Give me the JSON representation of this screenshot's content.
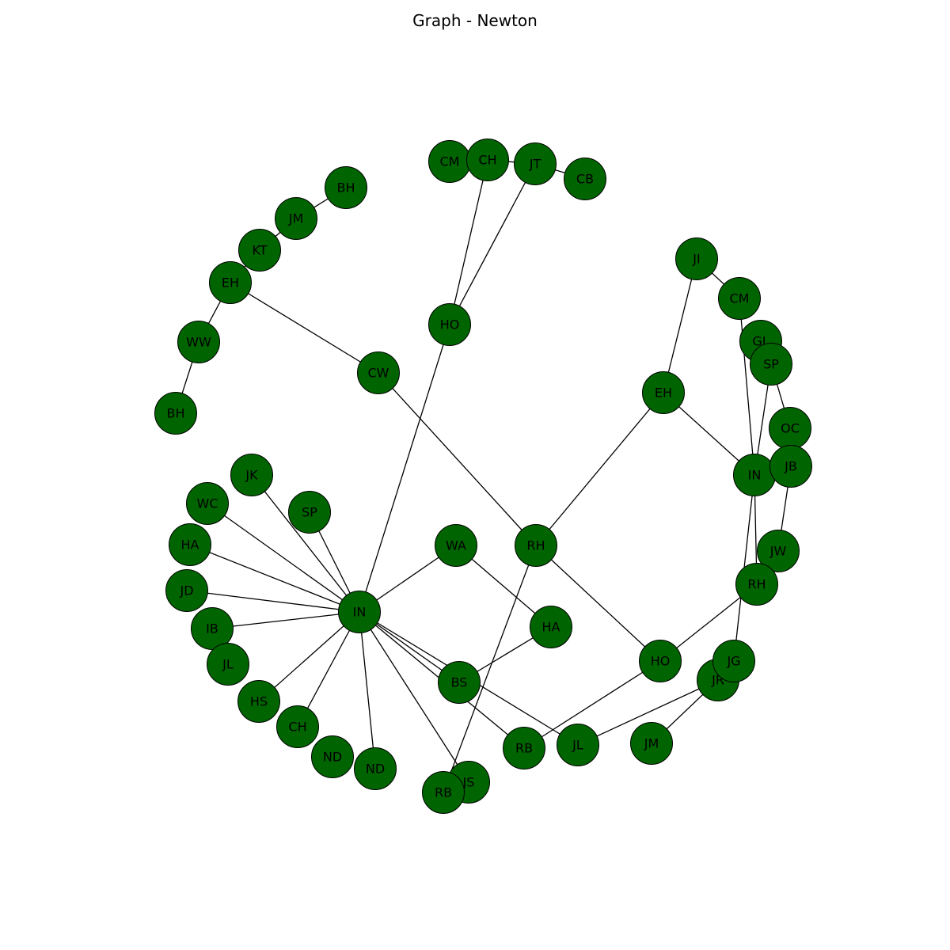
{
  "title": "Graph - Newton",
  "colors": {
    "node_fill": "#006400",
    "node_stroke": "#000000",
    "edge": "#000000",
    "label": "#000000"
  },
  "nodes": [
    {
      "id": "BH_a",
      "label": "BH"
    },
    {
      "id": "JM_a",
      "label": "JM"
    },
    {
      "id": "KT",
      "label": "KT"
    },
    {
      "id": "EH_a",
      "label": "EH"
    },
    {
      "id": "WW",
      "label": "WW"
    },
    {
      "id": "BH_b",
      "label": "BH"
    },
    {
      "id": "CM_a",
      "label": "CM"
    },
    {
      "id": "CH_a",
      "label": "CH"
    },
    {
      "id": "JT",
      "label": "JT"
    },
    {
      "id": "CB",
      "label": "CB"
    },
    {
      "id": "HO_a",
      "label": "HO"
    },
    {
      "id": "CW",
      "label": "CW"
    },
    {
      "id": "JI",
      "label": "JI"
    },
    {
      "id": "CM_b",
      "label": "CM"
    },
    {
      "id": "GL",
      "label": "GL"
    },
    {
      "id": "SP_a",
      "label": "SP"
    },
    {
      "id": "EH_b",
      "label": "EH"
    },
    {
      "id": "OC",
      "label": "OC"
    },
    {
      "id": "IN_b",
      "label": "IN"
    },
    {
      "id": "JB",
      "label": "JB"
    },
    {
      "id": "JW",
      "label": "JW"
    },
    {
      "id": "RH_b",
      "label": "RH"
    },
    {
      "id": "JK",
      "label": "JK"
    },
    {
      "id": "WC",
      "label": "WC"
    },
    {
      "id": "SP_b",
      "label": "SP"
    },
    {
      "id": "HA_a",
      "label": "HA"
    },
    {
      "id": "JD",
      "label": "JD"
    },
    {
      "id": "IB",
      "label": "IB"
    },
    {
      "id": "JL_a",
      "label": "JL"
    },
    {
      "id": "HS",
      "label": "HS"
    },
    {
      "id": "CH_b",
      "label": "CH"
    },
    {
      "id": "ND_a",
      "label": "ND"
    },
    {
      "id": "ND_b",
      "label": "ND"
    },
    {
      "id": "IN_a",
      "label": "IN"
    },
    {
      "id": "WA",
      "label": "WA"
    },
    {
      "id": "RH_a",
      "label": "RH"
    },
    {
      "id": "HA_b",
      "label": "HA"
    },
    {
      "id": "BS",
      "label": "BS"
    },
    {
      "id": "JS",
      "label": "JS"
    },
    {
      "id": "RB_a",
      "label": "RB"
    },
    {
      "id": "RB_b",
      "label": "RB"
    },
    {
      "id": "JL_b",
      "label": "JL"
    },
    {
      "id": "HO_b",
      "label": "HO"
    },
    {
      "id": "JR",
      "label": "JR"
    },
    {
      "id": "JG",
      "label": "JG"
    },
    {
      "id": "JM_b",
      "label": "JM"
    }
  ],
  "edges": [
    [
      "BH_a",
      "JM_a"
    ],
    [
      "JM_a",
      "KT"
    ],
    [
      "KT",
      "EH_a"
    ],
    [
      "EH_a",
      "WW"
    ],
    [
      "WW",
      "BH_b"
    ],
    [
      "EH_a",
      "CW"
    ],
    [
      "CW",
      "RH_a"
    ],
    [
      "CH_a",
      "JT"
    ],
    [
      "JT",
      "CB"
    ],
    [
      "CH_a",
      "HO_a"
    ],
    [
      "JT",
      "HO_a"
    ],
    [
      "HO_a",
      "IN_a"
    ],
    [
      "JI",
      "CM_b"
    ],
    [
      "JI",
      "EH_b"
    ],
    [
      "CM_b",
      "IN_b"
    ],
    [
      "SP_a",
      "IN_b"
    ],
    [
      "SP_a",
      "OC"
    ],
    [
      "EH_b",
      "IN_b"
    ],
    [
      "EH_b",
      "RH_a"
    ],
    [
      "IN_b",
      "RH_b"
    ],
    [
      "IN_b",
      "JG"
    ],
    [
      "JB",
      "JW"
    ],
    [
      "RH_b",
      "HO_b"
    ],
    [
      "JK",
      "IN_a"
    ],
    [
      "WC",
      "IN_a"
    ],
    [
      "SP_b",
      "IN_a"
    ],
    [
      "HA_a",
      "IN_a"
    ],
    [
      "JD",
      "IN_a"
    ],
    [
      "IB",
      "IN_a"
    ],
    [
      "HS",
      "IN_a"
    ],
    [
      "CH_b",
      "IN_a"
    ],
    [
      "ND_b",
      "IN_a"
    ],
    [
      "IN_a",
      "WA"
    ],
    [
      "IN_a",
      "JS"
    ],
    [
      "IN_a",
      "BS"
    ],
    [
      "IN_a",
      "RB_b"
    ],
    [
      "IN_a",
      "JL_b"
    ],
    [
      "WA",
      "HA_b"
    ],
    [
      "HA_b",
      "BS"
    ],
    [
      "RH_a",
      "RB_a"
    ],
    [
      "RH_a",
      "HO_b"
    ],
    [
      "HO_b",
      "RB_b"
    ],
    [
      "JL_b",
      "JR"
    ],
    [
      "JR",
      "JM_b"
    ]
  ]
}
